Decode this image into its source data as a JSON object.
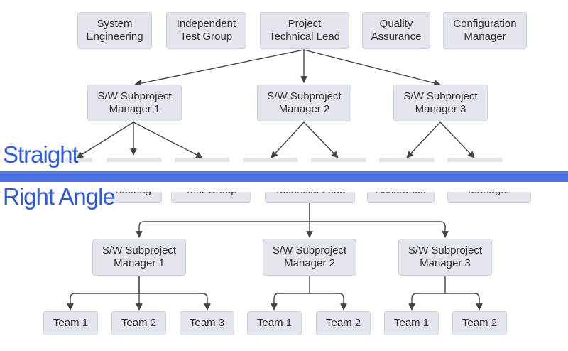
{
  "straight": {
    "caption": "Straight",
    "top_row": [
      "System\nEngineering",
      "Independent\nTest Group",
      "Project\nTechnical Lead",
      "Quality\nAssurance",
      "Configuration\nManager"
    ],
    "managers": [
      "S/W Subproject\nManager 1",
      "S/W Subproject\nManager 2",
      "S/W Subproject\nManager 3"
    ]
  },
  "right_angle": {
    "caption": "Right Angle",
    "top_row_partial": [
      "neering",
      "Test Group",
      "Technical Lead",
      "Assurance",
      "Manager"
    ],
    "managers": [
      "S/W Subproject\nManager 1",
      "S/W Subproject\nManager 2",
      "S/W Subproject\nManager 3"
    ],
    "teams": [
      "Team 1",
      "Team 2",
      "Team 3",
      "Team 1",
      "Team 2",
      "Team 1",
      "Team 2"
    ]
  },
  "colors": {
    "node_fill": "#e2e5ec",
    "edge": "#444444",
    "caption": "#2f5bd9",
    "divider": "#4f73e3"
  }
}
